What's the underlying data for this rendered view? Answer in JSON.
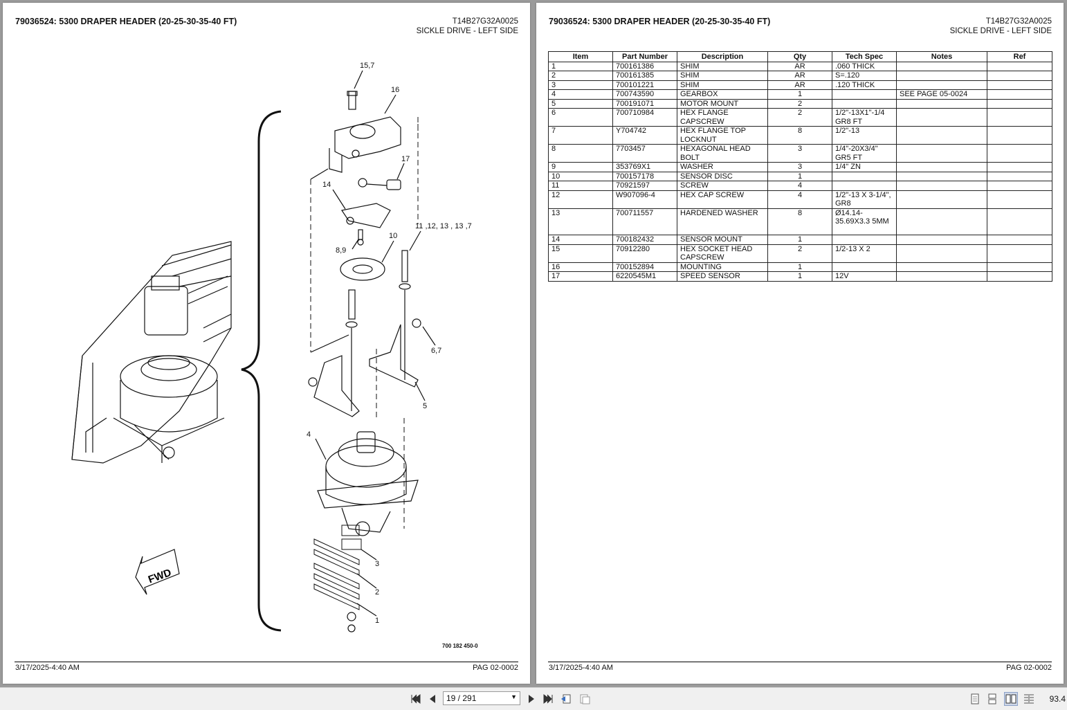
{
  "document": {
    "title": "79036524: 5300 DRAPER HEADER (20-25-30-35-40 FT)",
    "code": "T14B27G32A0025",
    "section": "SICKLE DRIVE - LEFT SIDE",
    "footer_date": "3/17/2025-4:40 AM",
    "footer_page": "PAG 02-0002",
    "drawing_number": "700 182 450-0"
  },
  "drawing": {
    "callouts": [
      "15,7",
      "16",
      "17",
      "14",
      "10",
      "11 ,12, 13 , 13 ,7",
      "8,9",
      "6,7",
      "5",
      "4",
      "3",
      "2",
      "1"
    ],
    "fwd_label": "FWD"
  },
  "parts_table": {
    "columns": [
      "Item",
      "Part Number",
      "Description",
      "Qty",
      "Tech Spec",
      "Notes",
      "Ref"
    ],
    "rows": [
      [
        "1",
        "700161386",
        "SHIM",
        "AR",
        ".060 THICK",
        "",
        ""
      ],
      [
        "2",
        "700161385",
        "SHIM",
        "AR",
        "S=.120",
        "",
        ""
      ],
      [
        "3",
        "700101221",
        "SHIM",
        "AR",
        ".120 THICK",
        "",
        ""
      ],
      [
        "4",
        "700743590",
        "GEARBOX",
        "1",
        "",
        "SEE PAGE 05-0024",
        ""
      ],
      [
        "5",
        "700191071",
        "MOTOR MOUNT",
        "2",
        "",
        "",
        ""
      ],
      [
        "6",
        "700710984",
        "HEX FLANGE\nCAPSCREW",
        "2",
        "1/2\"-13X1\"-1/4\nGR8 FT",
        "",
        ""
      ],
      [
        "7",
        "Y704742",
        "HEX FLANGE TOP\nLOCKNUT",
        "8",
        "1/2\"-13",
        "",
        ""
      ],
      [
        "8",
        "7703457",
        "HEXAGONAL HEAD\nBOLT",
        "3",
        "1/4\"-20X3/4\"\nGR5 FT",
        "",
        ""
      ],
      [
        "9",
        "353769X1",
        "WASHER",
        "3",
        "1/4\" ZN",
        "",
        ""
      ],
      [
        "10",
        "700157178",
        "SENSOR DISC",
        "1",
        "",
        "",
        ""
      ],
      [
        "11",
        "70921597",
        "SCREW",
        "4",
        "",
        "",
        ""
      ],
      [
        "12",
        "W907096-4",
        "HEX CAP SCREW",
        "4",
        "1/2\"-13 X 3-1/4\",\nGR8",
        "",
        ""
      ],
      [
        "13",
        "700711557",
        "HARDENED WASHER",
        "8",
        "Ø14.14-\n35.69X3.3 5MM\n ",
        "",
        ""
      ],
      [
        "14",
        "700182432",
        "SENSOR MOUNT",
        "1",
        "",
        "",
        ""
      ],
      [
        "15",
        "70912280",
        "HEX SOCKET HEAD\nCAPSCREW",
        "2",
        "1/2-13 X 2",
        "",
        ""
      ],
      [
        "16",
        "700152894",
        "MOUNTING",
        "1",
        "",
        "",
        ""
      ],
      [
        "17",
        "6220545M1",
        "SPEED SENSOR",
        "1",
        "12V",
        "",
        ""
      ]
    ]
  },
  "toolbar": {
    "page_indicator": "19 / 291",
    "zoom": "93.4"
  }
}
